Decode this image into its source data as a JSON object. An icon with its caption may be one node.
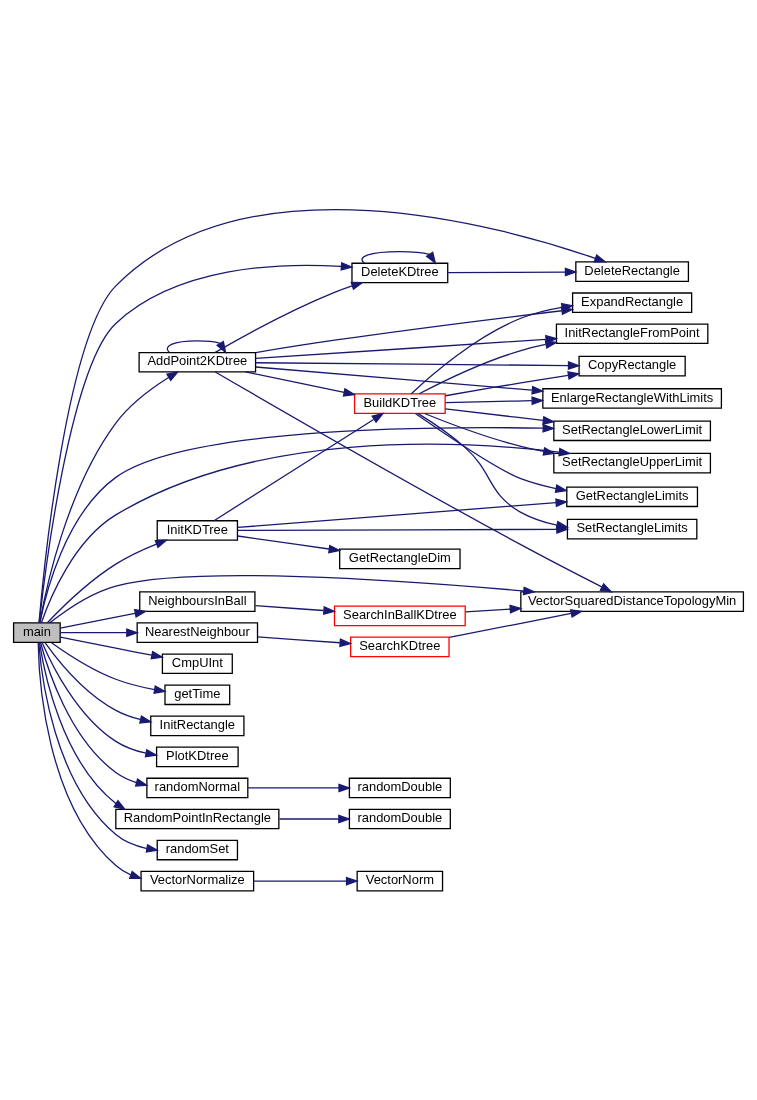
{
  "diagram": {
    "nodes": [
      {
        "text": [
          "main"
        ]
      },
      {
        "text": [
          "AddPoint2KDtree"
        ]
      },
      {
        "text": [
          "InitKDTree"
        ]
      },
      {
        "text": [
          "CmpUInt"
        ]
      },
      {
        "text": [
          "getTime"
        ]
      },
      {
        "text": [
          "NeighboursInBall"
        ]
      },
      {
        "text": [
          "InitRectangle"
        ]
      },
      {
        "text": [
          "NearestNeighbour"
        ]
      },
      {
        "text": [
          "PlotKDtree"
        ]
      },
      {
        "text": [
          "randomNormal"
        ]
      },
      {
        "text": [
          "RandomPointInRectangle"
        ]
      },
      {
        "text": [
          "randomSet"
        ]
      },
      {
        "text": [
          "VectorNormalize"
        ]
      },
      {
        "text": [
          "DeleteKDtree"
        ]
      },
      {
        "text": [
          "BuildKDTree"
        ]
      },
      {
        "text": [
          "GetRectangleDim"
        ]
      },
      {
        "text": [
          "SearchInBallKDtree"
        ]
      },
      {
        "text": [
          "SearchKDtree"
        ]
      },
      {
        "text": [
          "randomDouble"
        ]
      },
      {
        "text": [
          "randomDouble"
        ]
      },
      {
        "text": [
          "VectorNorm"
        ]
      },
      {
        "text": [
          "DeleteRectangle"
        ]
      },
      {
        "text": [
          "InitRectangleFromPoint"
        ]
      },
      {
        "text": [
          "CopyRectangle"
        ]
      },
      {
        "text": [
          "EnlargeRectangleWithLimits"
        ]
      },
      {
        "text": [
          "ExpandRectangle"
        ]
      },
      {
        "text": [
          "SetRectangleLowerLimit"
        ]
      },
      {
        "text": [
          "SetRectangleUpperLimit"
        ]
      },
      {
        "text": [
          "GetRectangleLimits"
        ]
      },
      {
        "text": [
          "SetRectangleLimits"
        ]
      },
      {
        "text": [
          "VectorSquaredDistanceTopologyMin"
        ]
      }
    ],
    "edges": [
      {
        "from": 0,
        "to": 21,
        "arrow": "to"
      },
      {
        "from": 0,
        "to": 13,
        "arrow": "to"
      },
      {
        "from": 0,
        "to": 1,
        "arrow": "to"
      },
      {
        "from": 0,
        "to": 26,
        "arrow": "to"
      },
      {
        "from": 0,
        "to": 27,
        "arrow": "to"
      },
      {
        "from": 0,
        "to": 2,
        "arrow": "to"
      },
      {
        "from": 0,
        "to": 3,
        "arrow": "to"
      },
      {
        "from": 0,
        "to": 4,
        "arrow": "to"
      },
      {
        "from": 0,
        "to": 5,
        "arrow": "to"
      },
      {
        "from": 0,
        "to": 6,
        "arrow": "to"
      },
      {
        "from": 0,
        "to": 30,
        "arrow": "to"
      },
      {
        "from": 0,
        "to": 7,
        "arrow": "to"
      },
      {
        "from": 0,
        "to": 8,
        "arrow": "to"
      },
      {
        "from": 0,
        "to": 9,
        "arrow": "to"
      },
      {
        "from": 0,
        "to": 10,
        "arrow": "to"
      },
      {
        "from": 0,
        "to": 11,
        "arrow": "to"
      },
      {
        "from": 0,
        "to": 12,
        "arrow": "to"
      },
      {
        "from": 1,
        "to": 1,
        "arrow": "to"
      },
      {
        "from": 1,
        "to": 13,
        "arrow": "to"
      },
      {
        "from": 1,
        "to": 22,
        "arrow": "to"
      },
      {
        "from": 1,
        "to": 23,
        "arrow": "to"
      },
      {
        "from": 1,
        "to": 24,
        "arrow": "to"
      },
      {
        "from": 1,
        "to": 25,
        "arrow": "to"
      },
      {
        "from": 1,
        "to": 14,
        "arrow": "to"
      },
      {
        "from": 1,
        "to": 30,
        "arrow": "to"
      },
      {
        "from": 13,
        "to": 13,
        "arrow": "to"
      },
      {
        "from": 13,
        "to": 21,
        "arrow": "to"
      },
      {
        "from": 14,
        "to": 22,
        "arrow": "to"
      },
      {
        "from": 14,
        "to": 23,
        "arrow": "to"
      },
      {
        "from": 14,
        "to": 24,
        "arrow": "to"
      },
      {
        "from": 14,
        "to": 25,
        "arrow": "to"
      },
      {
        "from": 14,
        "to": 26,
        "arrow": "to"
      },
      {
        "from": 14,
        "to": 27,
        "arrow": "to"
      },
      {
        "from": 14,
        "to": 28,
        "arrow": "to"
      },
      {
        "from": 14,
        "to": 29,
        "arrow": "to"
      },
      {
        "from": 2,
        "to": 14,
        "arrow": "to"
      },
      {
        "from": 2,
        "to": 28,
        "arrow": "to"
      },
      {
        "from": 2,
        "to": 29,
        "arrow": "to"
      },
      {
        "from": 2,
        "to": 15,
        "arrow": "to"
      },
      {
        "from": 5,
        "to": 16,
        "arrow": "to"
      },
      {
        "from": 16,
        "to": 30,
        "arrow": "to"
      },
      {
        "from": 7,
        "to": 17,
        "arrow": "to"
      },
      {
        "from": 17,
        "to": 30,
        "arrow": "to"
      },
      {
        "from": 9,
        "to": 18,
        "arrow": "to"
      },
      {
        "from": 10,
        "to": 19,
        "arrow": "to"
      },
      {
        "from": 12,
        "to": 20,
        "arrow": "to"
      }
    ]
  }
}
